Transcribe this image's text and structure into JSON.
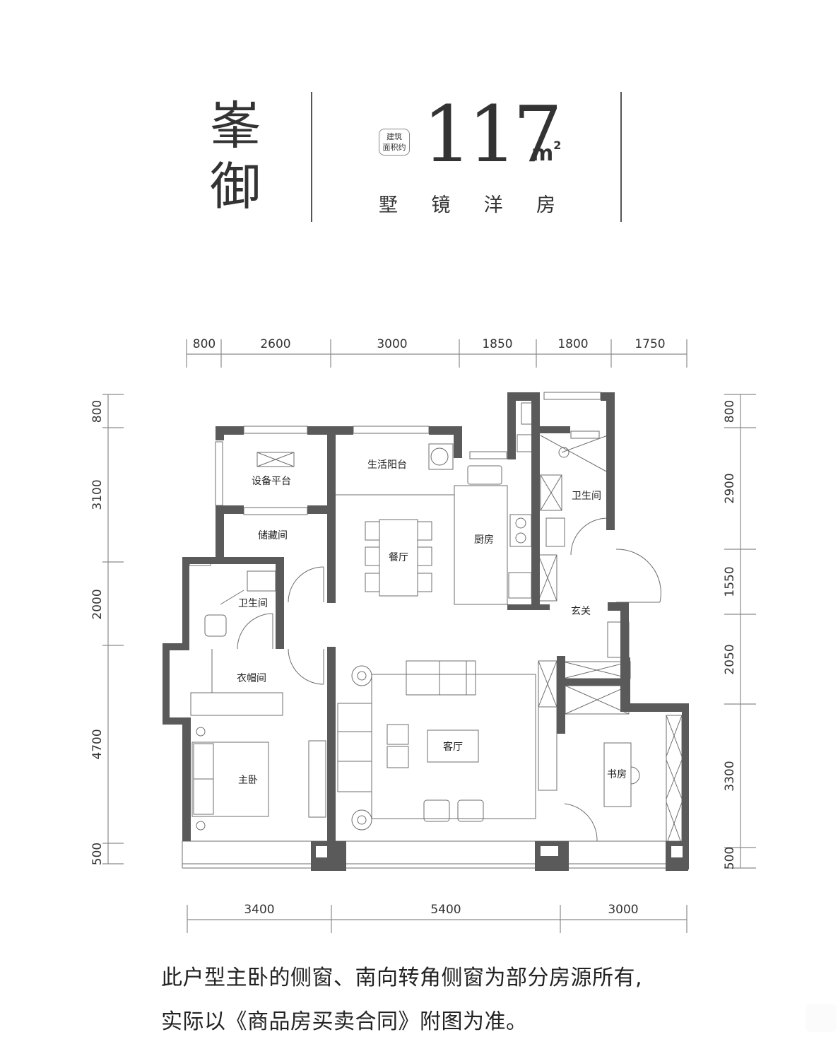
{
  "header": {
    "project_name": [
      "峯",
      "御"
    ],
    "area_badge": [
      "建筑",
      "面积约"
    ],
    "area_value": "117",
    "area_unit": "m",
    "area_unit_sup": "2",
    "subtitle": [
      "墅",
      "镜",
      "洋",
      "房"
    ]
  },
  "dimensions": {
    "top": [
      "800",
      "2600",
      "3000",
      "1850",
      "1800",
      "1750"
    ],
    "left": [
      "800",
      "3100",
      "2000",
      "4700",
      "500"
    ],
    "right": [
      "800",
      "2900",
      "1550",
      "2050",
      "3300",
      "500"
    ],
    "bottom": [
      "3400",
      "5400",
      "3000"
    ]
  },
  "rooms": {
    "equipment_platform": "设备平台",
    "utility_balcony": "生活阳台",
    "storage": "储藏间",
    "dining": "餐厅",
    "kitchen": "厨房",
    "bathroom_east": "卫生间",
    "bathroom_west": "卫生间",
    "foyer": "玄关",
    "walk_in_closet": "衣帽间",
    "living": "客厅",
    "master_bedroom": "主卧",
    "study": "书房"
  },
  "colors": {
    "wall": "#5a5a5a",
    "line": "#6e6e6e",
    "dim_line": "#888888"
  },
  "notes": [
    "此户型主卧的侧窗、南向转角侧窗为部分房源所有,",
    "实际以《商品房买卖合同》附图为准。"
  ]
}
